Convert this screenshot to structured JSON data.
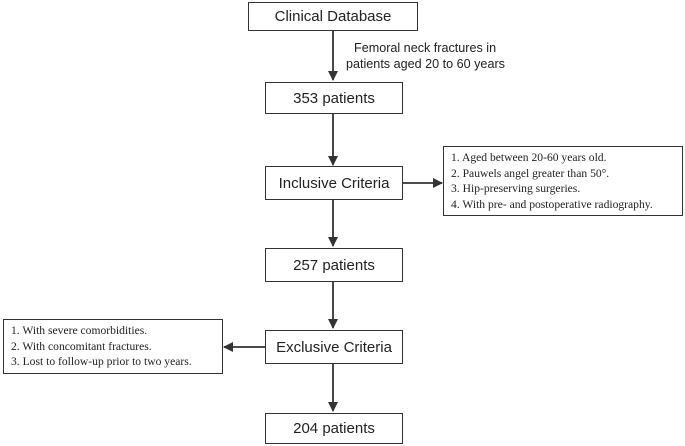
{
  "nodes": {
    "database": "Clinical Database",
    "patients_353": "353 patients",
    "inclusive": "Inclusive Criteria",
    "patients_257": "257 patients",
    "exclusive": "Exclusive Criteria",
    "patients_204": "204 patients"
  },
  "annotation": {
    "line1": "Femoral neck fractures in",
    "line2": "patients aged 20 to 60 years"
  },
  "inclusion_criteria": [
    "1. Aged between 20-60 years old.",
    "2. Pauwels angel greater than 50°.",
    "3. Hip-preserving surgeries.",
    "4. With pre- and postoperative radiography."
  ],
  "exclusion_criteria": [
    "1. With severe comorbidities.",
    "2. With concomitant fractures.",
    "3. Lost to follow-up prior to two years."
  ]
}
